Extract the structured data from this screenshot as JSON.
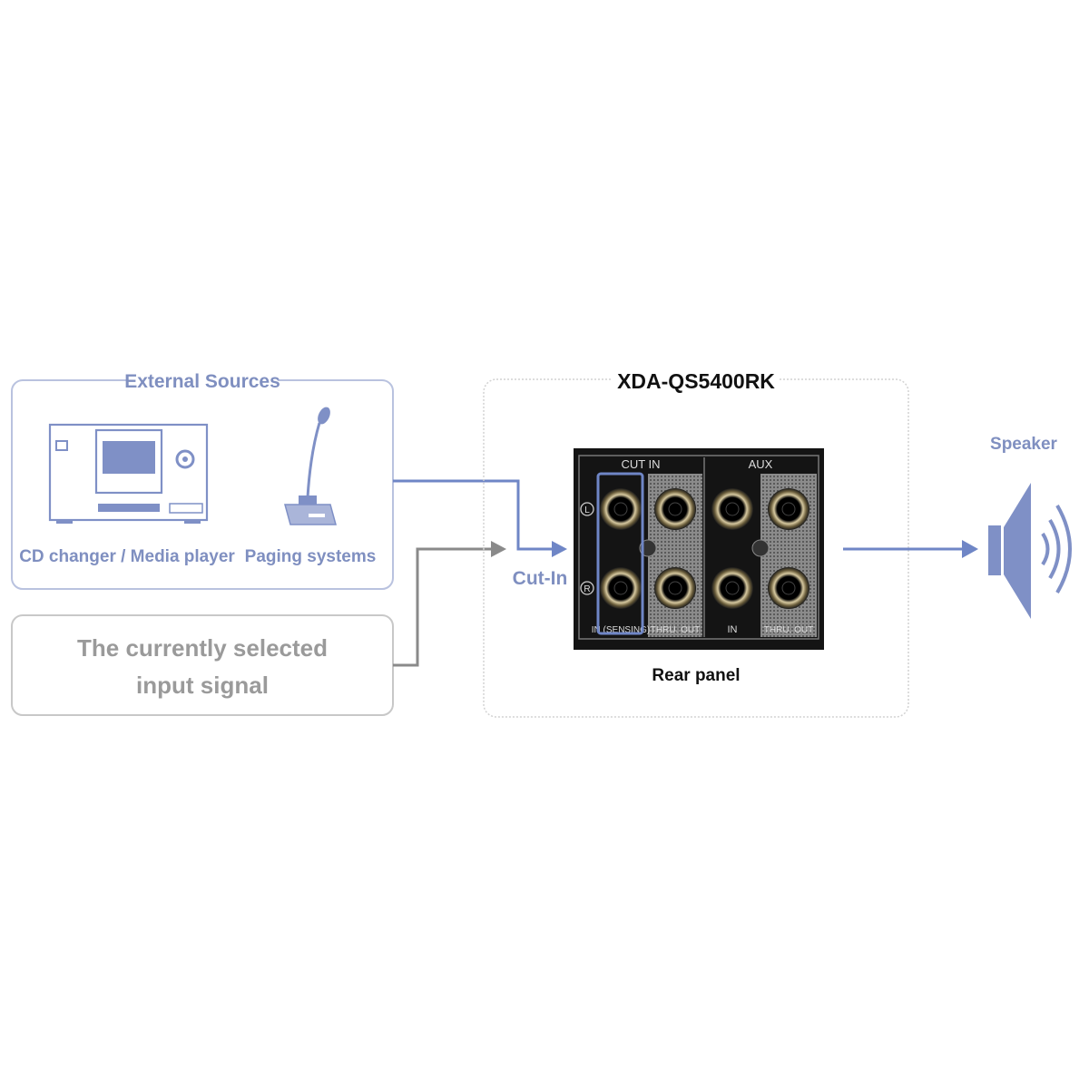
{
  "external_sources": {
    "title": "External Sources",
    "cd_label": "CD changer / Media player",
    "paging_label": "Paging systems"
  },
  "selected_input": {
    "line1": "The currently selected",
    "line2": "input signal"
  },
  "device": {
    "model": "XDA-QS5400RK",
    "rear_panel_label": "Rear panel",
    "cut_in_group": "CUT IN",
    "aux_group": "AUX",
    "in_sensing": "IN (SENSING)",
    "thru_out_1": "THRU. OUT",
    "aux_in": "IN",
    "thru_out_2": "THRU. OUT",
    "channel_left": "L",
    "channel_right": "R"
  },
  "cut_in_label": "Cut-In",
  "speaker_label": "Speaker",
  "colors": {
    "accent": "#7b8cc4",
    "line_blue": "#6f86c6",
    "line_grey": "#8a8a8a",
    "panel_black": "#141414"
  }
}
